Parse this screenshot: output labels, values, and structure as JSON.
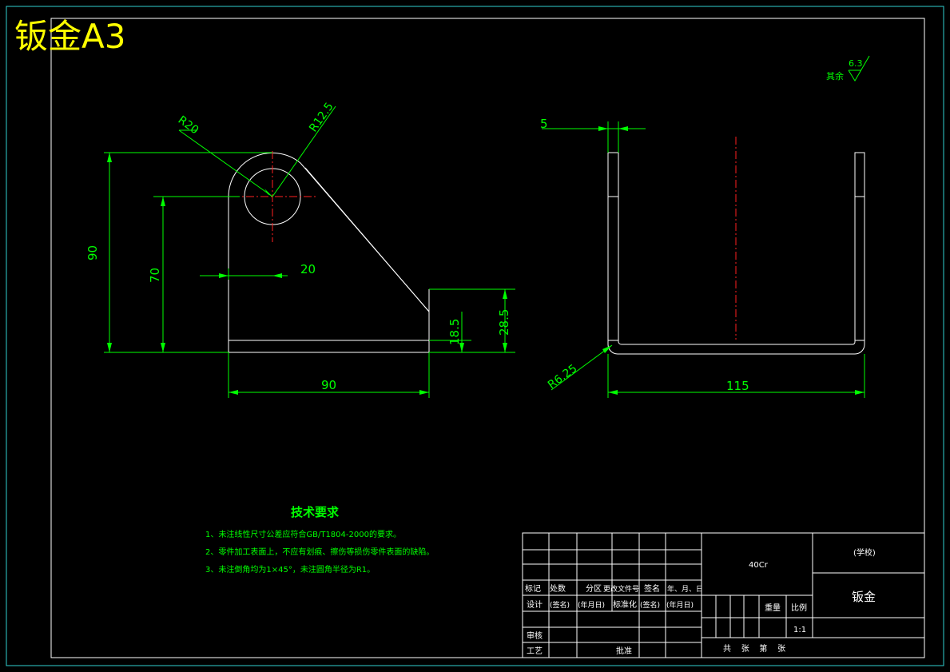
{
  "sheet": {
    "label": "钣金A3"
  },
  "roughness": {
    "prefix": "其余",
    "value": "6.3"
  },
  "front_view": {
    "dims": {
      "r20": "R20",
      "r12_5": "R12.5",
      "h90": "90",
      "h70": "70",
      "w20": "20",
      "h18_5": "18.5",
      "h28_5": "28.5",
      "w90": "90"
    }
  },
  "side_view": {
    "dims": {
      "t5": "5",
      "r6_25": "R6.25",
      "w115": "115"
    }
  },
  "tech_req": {
    "title": "技术要求",
    "items": [
      "1、未注线性尺寸公差应符合GB/T1804-2000的要求。",
      "2、零件加工表面上，不应有划痕、擦伤等损伤零件表面的缺陷。",
      "3、未注倒角均为1×45°，未注圆角半径为R1。"
    ]
  },
  "title_block": {
    "material": "40Cr",
    "school": "(学校)",
    "part_name": "钣金",
    "weight_label": "重量",
    "scale_label": "比例",
    "scale_value": "1:1",
    "sheets": "共    张    第    张",
    "row_mark": [
      "标记",
      "处数",
      "分区",
      "更改文件号",
      "签名",
      "年、月、日"
    ],
    "row_design": [
      "设计",
      "(签名)",
      "(年月日)",
      "标准化",
      "(签名)",
      "(年月日)"
    ],
    "review": "审核",
    "process": "工艺",
    "approve": "批准"
  }
}
